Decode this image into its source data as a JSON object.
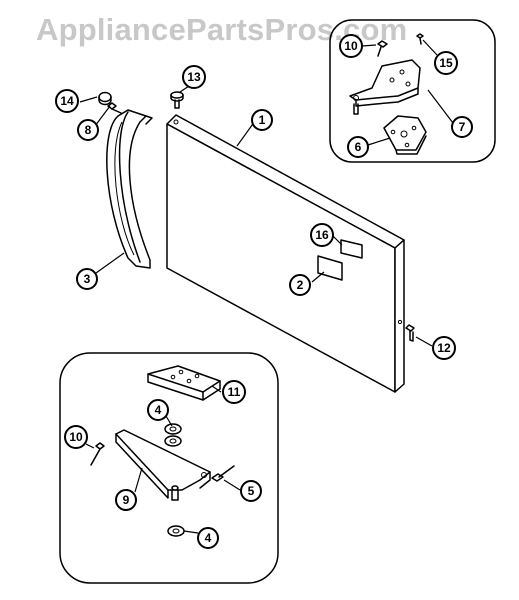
{
  "watermark": "AppliancePartsPros.com",
  "colors": {
    "line": "#000000",
    "background": "#ffffff",
    "watermark": "#c8c8c8"
  },
  "callouts": {
    "c1": "1",
    "c2": "2",
    "c3": "3",
    "c4a": "4",
    "c4b": "4",
    "c5": "5",
    "c6": "6",
    "c7": "7",
    "c8": "8",
    "c9": "9",
    "c10a": "10",
    "c10b": "10",
    "c11": "11",
    "c12": "12",
    "c13": "13",
    "c14": "14",
    "c15": "15",
    "c16": "16"
  }
}
